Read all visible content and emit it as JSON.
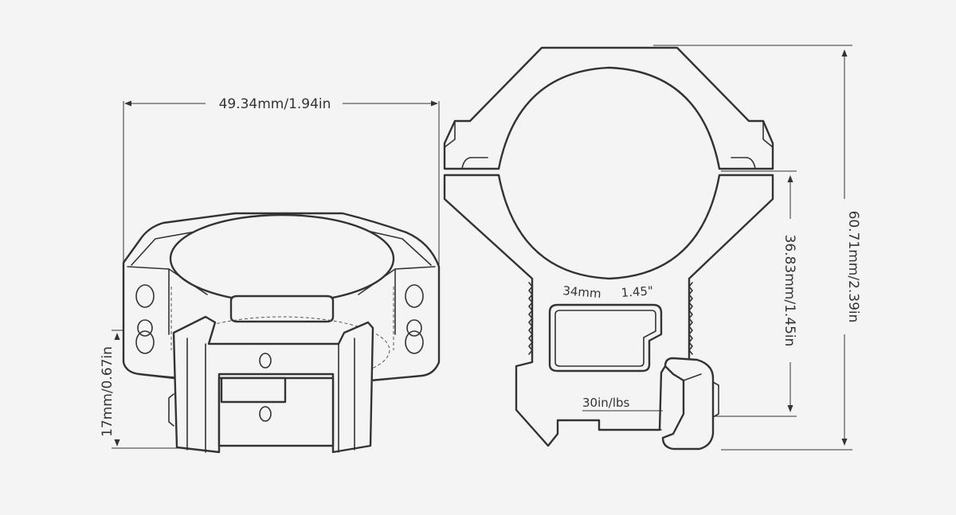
{
  "dimensions": {
    "width": "49.34mm/1.94in",
    "base_height": "17mm/0.67in",
    "center_height": "36.83mm/1.45in",
    "total_height": "60.71mm/2.39in"
  },
  "labels": {
    "ring_diameter_mm": "34mm",
    "ring_diameter_in": "1.45\"",
    "torque": "30in/lbs"
  },
  "colors": {
    "background": "#f4f4f4",
    "line": "#333333"
  }
}
